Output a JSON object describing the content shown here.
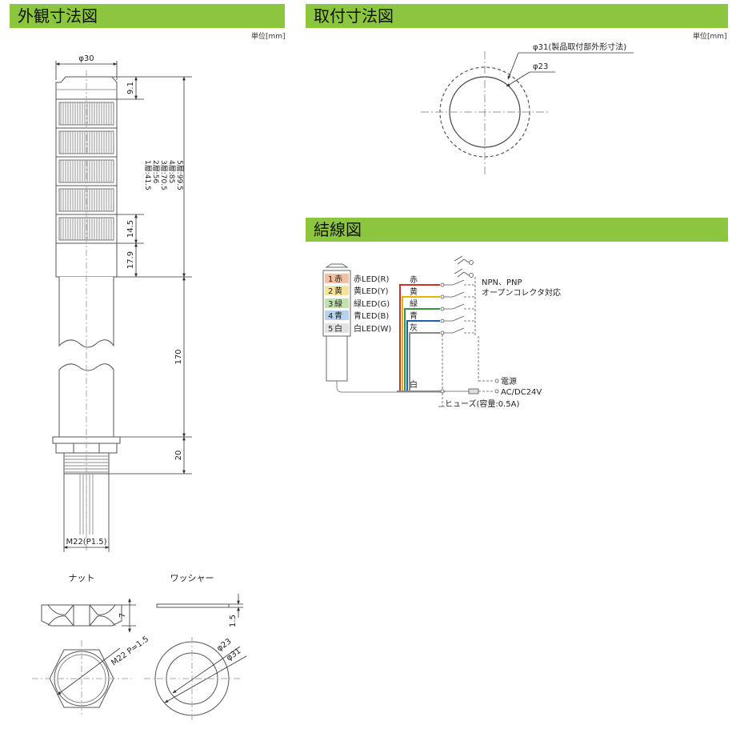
{
  "sections": {
    "outer": {
      "title": "外観寸法図",
      "unit": "単位[mm]"
    },
    "mount": {
      "title": "取付寸法図",
      "unit": "単位[mm]"
    },
    "wiring": {
      "title": "結線図"
    }
  },
  "outer_dims": {
    "top_dia": "φ30",
    "cap_height": "9.1",
    "tiers": [
      "1層:41.5",
      "2層:56",
      "3層:70.5",
      "4層:85",
      "5層:99.5"
    ],
    "tier_height": "14.5",
    "base_height": "17.9",
    "pole_length": "170",
    "mount_length": "20",
    "thread": "M22(P1.5)"
  },
  "mount_dims": {
    "outer_label": "φ31(製品取付部外形寸法)",
    "inner_label": "φ23"
  },
  "nut": {
    "title": "ナット",
    "thickness": "7",
    "thread": "M22 P=1.5"
  },
  "washer": {
    "title": "ワッシャー",
    "thickness": "1.5",
    "inner": "φ23",
    "outer": "φ31"
  },
  "wiring": {
    "leds": [
      {
        "num": "1",
        "color": "赤",
        "label": "赤LED(R)",
        "bg": "#f5c0a0",
        "wire": "#d0302a"
      },
      {
        "num": "2",
        "color": "黄",
        "label": "黄LED(Y)",
        "bg": "#f7e29a",
        "wire": "#e8b400"
      },
      {
        "num": "3",
        "color": "緑",
        "label": "緑LED(G)",
        "bg": "#c2e0b0",
        "wire": "#2f9a3a"
      },
      {
        "num": "4",
        "color": "青",
        "label": "青LED(B)",
        "bg": "#b6d2ee",
        "wire": "#2a5aa8"
      },
      {
        "num": "5",
        "color": "白",
        "label": "白LED(W)",
        "bg": "#e2e2e2",
        "wire": "#888888"
      }
    ],
    "wire_labels": [
      "赤",
      "黄",
      "緑",
      "青",
      "灰"
    ],
    "common_wire": "白",
    "npn_pnp": "NPN、PNP",
    "open_collector": "オープンコレクタ対応",
    "power": "電源",
    "ac_dc": "AC/DC24V",
    "fuse": "ヒューズ(容量:0.5A)"
  }
}
